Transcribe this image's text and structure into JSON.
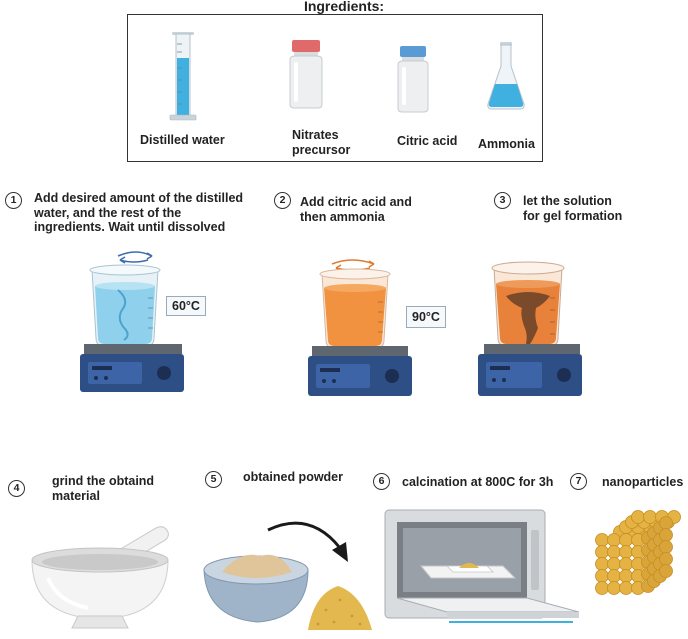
{
  "title": "Ingredients:",
  "ingredients": [
    {
      "label": "Distilled water",
      "icon": "graduated-cylinder-icon"
    },
    {
      "label": "Nitrates precursor",
      "icon": "red-cap-bottle-icon"
    },
    {
      "label": "Citric acid",
      "icon": "blue-cap-bottle-icon"
    },
    {
      "label": "Ammonia",
      "icon": "erlenmeyer-flask-icon"
    }
  ],
  "steps": [
    {
      "num": "1",
      "text_lines": [
        "Add desired amount of the distilled",
        "water, and the rest of the",
        "ingredients. Wait until dissolved"
      ]
    },
    {
      "num": "2",
      "text_lines": [
        "Add citric acid and",
        "then ammonia"
      ]
    },
    {
      "num": "3",
      "text_lines": [
        "let the solution",
        "for gel formation"
      ]
    },
    {
      "num": "4",
      "text_lines": [
        "grind the obtaind",
        "material"
      ]
    },
    {
      "num": "5",
      "text_lines": [
        "obtained powder"
      ]
    },
    {
      "num": "6",
      "text_lines": [
        "calcination at 800C for 3h"
      ]
    },
    {
      "num": "7",
      "text_lines": [
        "nanoparticles"
      ]
    }
  ],
  "temps": {
    "step1": "60°C",
    "step2": "90°C"
  },
  "colors": {
    "water": "#8fd0ec",
    "orange_solution": "#f0923f",
    "gel": "#7a4a2a",
    "hotplate": "#2e4e86",
    "powder": "#e3b94f",
    "nanoparticle": "#e5b244"
  }
}
